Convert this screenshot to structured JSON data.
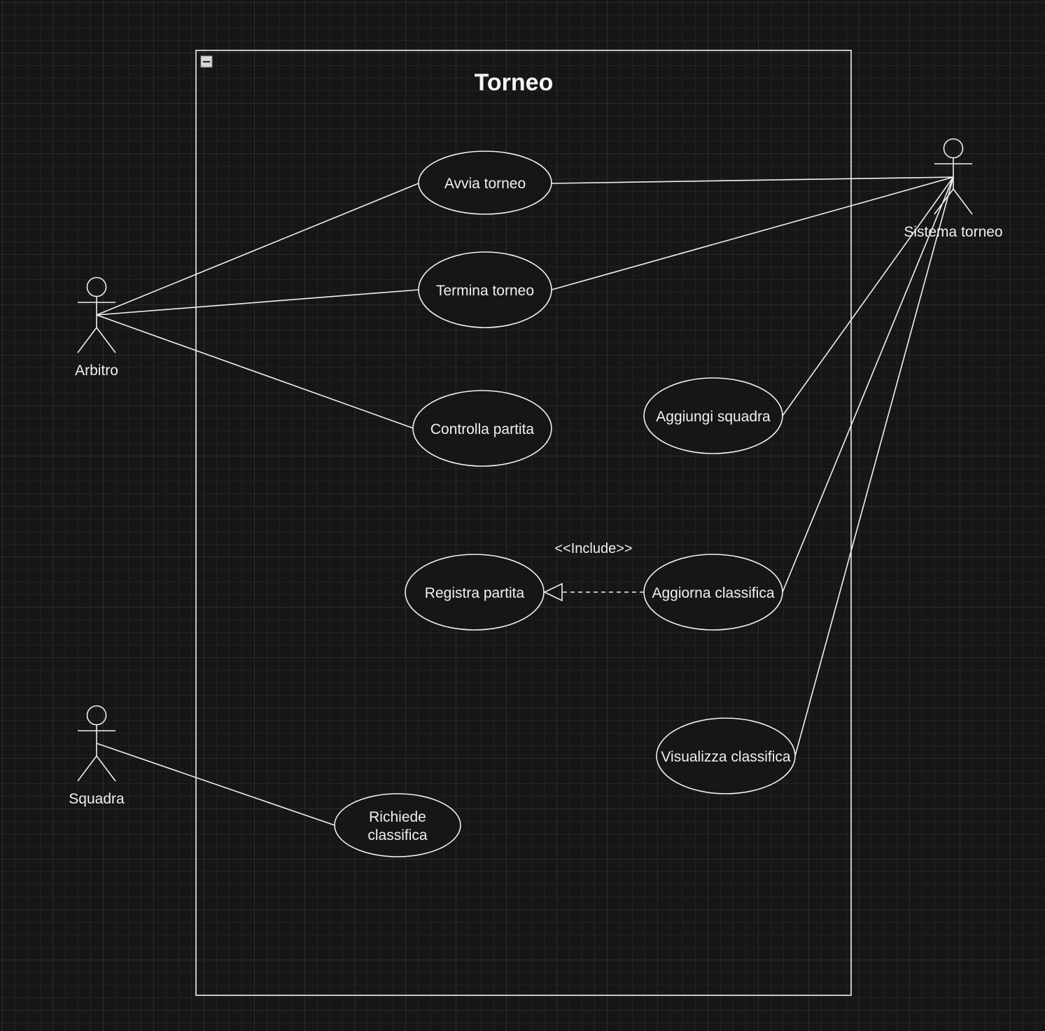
{
  "system": {
    "title": "Torneo",
    "collapse_icon": "minus-square-icon"
  },
  "actors": {
    "arbitro": "Arbitro",
    "sistema": "Sistema torneo",
    "squadra": "Squadra"
  },
  "use_cases": {
    "avvia_torneo": "Avvia torneo",
    "termina_torneo": "Termina torneo",
    "controlla_partita": "Controlla partita",
    "aggiungi_squadra": "Aggiungi squadra",
    "registra_partita": "Registra partita",
    "aggiorna_classifica": "Aggiorna classifica",
    "visualizza_classifica": "Visualizza classifica",
    "richiede_classifica_line1": "Richiede",
    "richiede_classifica_line2": "classifica"
  },
  "relations": {
    "include_label": "<<Include>>"
  },
  "colors": {
    "background": "#161616",
    "stroke": "#f0f0f0"
  }
}
